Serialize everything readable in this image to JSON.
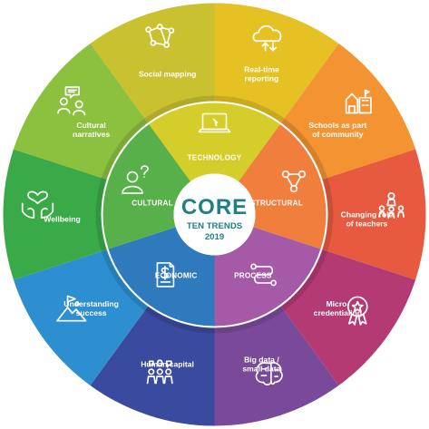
{
  "center": {
    "logo_text": "CORE",
    "subtitle": "TEN TRENDS",
    "year": "2019"
  },
  "inner_categories": [
    {
      "id": "technology",
      "label": "TECHNOLOGY",
      "color": "#d5cd2a",
      "icon": "laptop-icon"
    },
    {
      "id": "structural",
      "label": "STRUCTURAL",
      "color": "#f07f3e",
      "icon": "network-nodes-icon"
    },
    {
      "id": "process",
      "label": "PROCESS",
      "color": "#a55aa8",
      "icon": "flow-path-icon"
    },
    {
      "id": "economic",
      "label": "ECONOMIC",
      "color": "#2f79bd",
      "icon": "invoice-dollar-icon"
    },
    {
      "id": "cultural",
      "label": "CULTURAL",
      "color": "#58b04a",
      "icon": "person-question-icon"
    }
  ],
  "outer_trends": [
    {
      "id": "social-mapping",
      "lines": [
        "Social mapping"
      ],
      "color": "#c9c130",
      "icon": "social-network-icon"
    },
    {
      "id": "real-time-reporting",
      "lines": [
        "Real-time",
        "reporting"
      ],
      "color": "#e6c124",
      "icon": "cloud-sync-icon"
    },
    {
      "id": "schools-community",
      "lines": [
        "Schools as part",
        "of community"
      ],
      "color": "#f39332",
      "icon": "school-buildings-icon"
    },
    {
      "id": "changing-role-teachers",
      "lines": [
        "Changing role",
        "of teachers"
      ],
      "color": "#e85a3f",
      "icon": "teacher-students-icon"
    },
    {
      "id": "micro-credentialing",
      "lines": [
        "Micro-",
        "credentialing"
      ],
      "color": "#b43a73",
      "icon": "award-badge-icon"
    },
    {
      "id": "big-data-small-data",
      "lines": [
        "Big data /",
        "small data"
      ],
      "color": "#7a4a9a",
      "icon": "brain-chip-icon"
    },
    {
      "id": "human-capital",
      "lines": [
        "Human capital"
      ],
      "color": "#3a4a9e",
      "icon": "team-ideas-icon"
    },
    {
      "id": "understanding-success",
      "lines": [
        "Understanding",
        "success"
      ],
      "color": "#2d8fd0",
      "icon": "mountain-flag-icon"
    },
    {
      "id": "wellbeing",
      "lines": [
        "Wellbeing"
      ],
      "color": "#3aaa49",
      "icon": "heart-hands-icon"
    },
    {
      "id": "cultural-narratives",
      "lines": [
        "Cultural",
        "narratives"
      ],
      "color": "#8cc13f",
      "icon": "conversation-icon"
    }
  ]
}
